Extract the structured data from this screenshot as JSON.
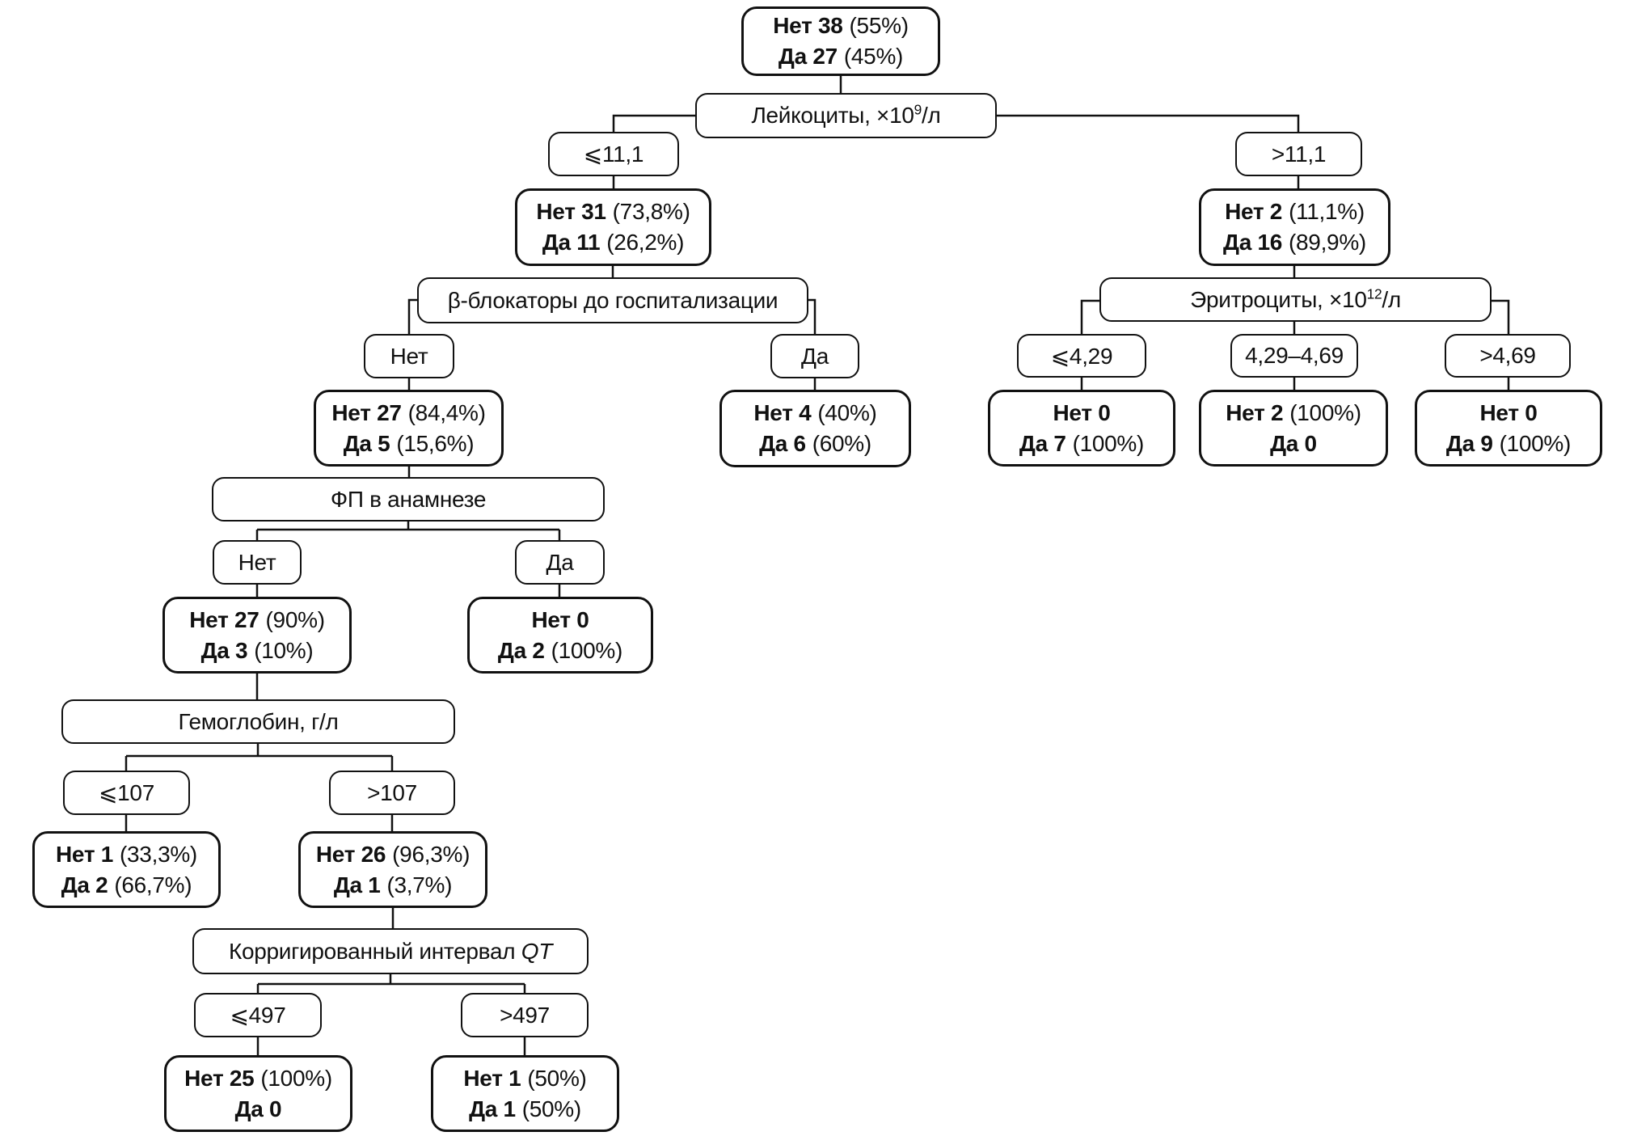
{
  "figure": {
    "type": "decision-tree",
    "language": "ru",
    "colors": {
      "stroke": "#111111",
      "background": "#ffffff",
      "text": "#111111"
    }
  },
  "nodes": {
    "root_stat": {
      "no": "Нет 38",
      "no_pct": "(55%)",
      "yes": "Да 27",
      "yes_pct": "(45%)"
    },
    "leukocytes": {
      "pre": "Лейкоциты, ×10",
      "sup": "9",
      "post": "/л"
    },
    "leuko_le": {
      "label": "⩽11,1"
    },
    "leuko_gt": {
      "label": ">11,1"
    },
    "leuko_le_stat": {
      "no": "Нет 31",
      "no_pct": "(73,8%)",
      "yes": "Да 11",
      "yes_pct": "(26,2%)"
    },
    "leuko_gt_stat": {
      "no": "Нет 2",
      "no_pct": "(11,1%)",
      "yes": "Да 16",
      "yes_pct": "(89,9%)"
    },
    "beta": {
      "label": "β-блокаторы до госпитализации"
    },
    "beta_no": {
      "label": "Нет"
    },
    "beta_yes": {
      "label": "Да"
    },
    "beta_no_stat": {
      "no": "Нет 27",
      "no_pct": "(84,4%)",
      "yes": "Да 5",
      "yes_pct": "(15,6%)"
    },
    "beta_yes_stat": {
      "no": "Нет 4",
      "no_pct": "(40%)",
      "yes": "Да 6",
      "yes_pct": "(60%)"
    },
    "erythrocytes": {
      "pre": "Эритроциты, ×10",
      "sup": "12",
      "post": "/л"
    },
    "ery_le": {
      "label": "⩽4,29"
    },
    "ery_mid": {
      "label": "4,29–4,69"
    },
    "ery_gt": {
      "label": ">4,69"
    },
    "ery_le_stat": {
      "no": "Нет 0",
      "no_pct": "",
      "yes": "Да 7",
      "yes_pct": "(100%)"
    },
    "ery_mid_stat": {
      "no": "Нет 2",
      "no_pct": "(100%)",
      "yes": "Да 0",
      "yes_pct": ""
    },
    "ery_gt_stat": {
      "no": "Нет 0",
      "no_pct": "",
      "yes": "Да 9",
      "yes_pct": "(100%)"
    },
    "af": {
      "label": "ФП в анамнезе"
    },
    "af_no": {
      "label": "Нет"
    },
    "af_yes": {
      "label": "Да"
    },
    "af_no_stat": {
      "no": "Нет 27",
      "no_pct": "(90%)",
      "yes": "Да 3",
      "yes_pct": "(10%)"
    },
    "af_yes_stat": {
      "no": "Нет 0",
      "no_pct": "",
      "yes": "Да 2",
      "yes_pct": "(100%)"
    },
    "hemoglobin": {
      "label": "Гемоглобин, г/л"
    },
    "hemo_le": {
      "label": "⩽107"
    },
    "hemo_gt": {
      "label": ">107"
    },
    "hemo_le_stat": {
      "no": "Нет 1",
      "no_pct": "(33,3%)",
      "yes": "Да 2",
      "yes_pct": "(66,7%)"
    },
    "hemo_gt_stat": {
      "no": "Нет 26",
      "no_pct": "(96,3%)",
      "yes": "Да 1",
      "yes_pct": "(3,7%)"
    },
    "qtc": {
      "pre": "Корригированный интервал ",
      "italic": "QT"
    },
    "qtc_le": {
      "label": "⩽497"
    },
    "qtc_gt": {
      "label": ">497"
    },
    "qtc_le_stat": {
      "no": "Нет 25",
      "no_pct": "(100%)",
      "yes": "Да 0",
      "yes_pct": ""
    },
    "qtc_gt_stat": {
      "no": "Нет 1",
      "no_pct": "(50%)",
      "yes": "Да 1",
      "yes_pct": "(50%)"
    }
  }
}
